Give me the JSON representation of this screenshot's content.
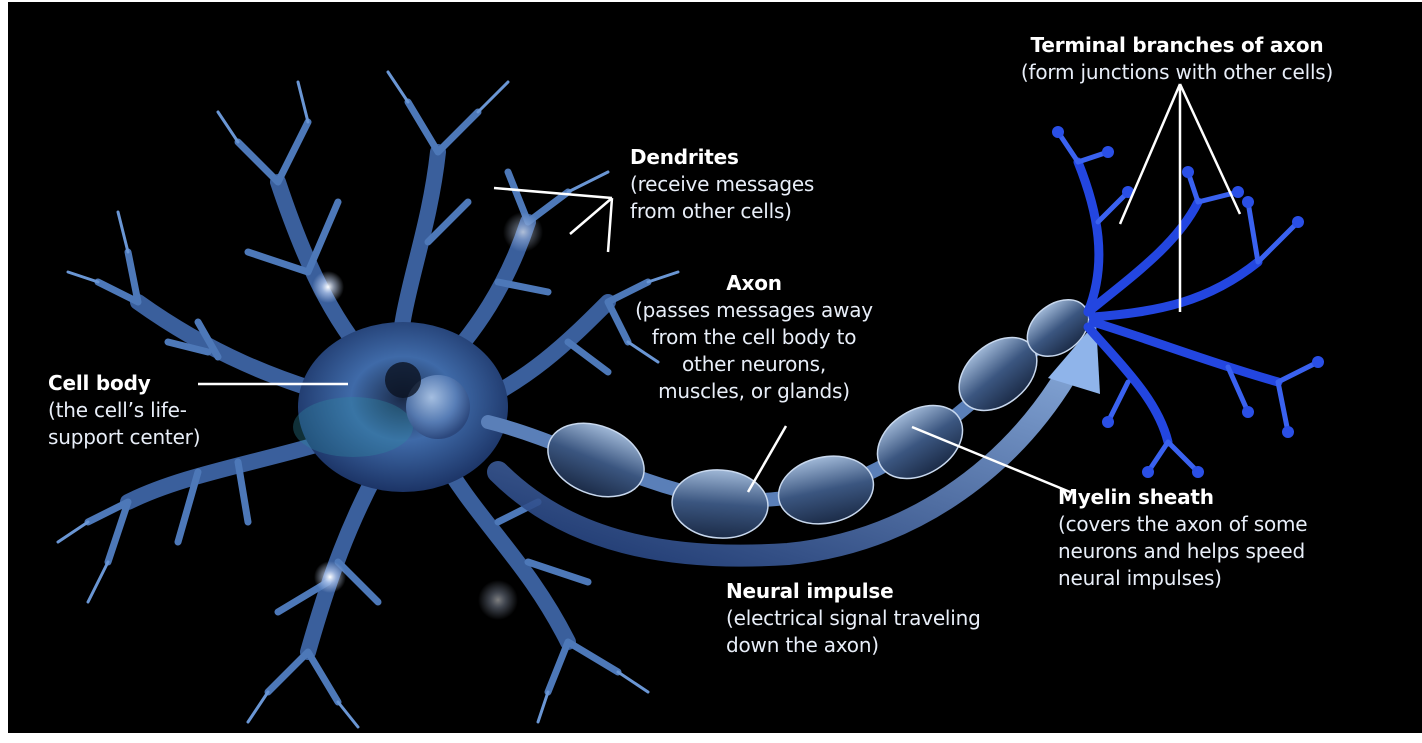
{
  "diagram": {
    "colors": {
      "background": "#000000",
      "neuron": "#3b5f9e",
      "neuron_highlight": "#8fb4e8",
      "terminal": "#1f3fd6",
      "impulse_arrow": "#6f9ad6",
      "leader_line": "#ffffff"
    },
    "labels": {
      "terminal": {
        "title": "Terminal branches of axon",
        "desc": [
          "(form junctions with other cells)"
        ]
      },
      "dendrites": {
        "title": "Dendrites",
        "desc": [
          "(receive messages",
          "from other cells)"
        ]
      },
      "axon": {
        "title": "Axon",
        "desc": [
          "(passes messages away",
          "from the cell body to",
          "other neurons,",
          "muscles, or glands)"
        ]
      },
      "cell_body": {
        "title": "Cell body",
        "desc": [
          "(the cell’s life-",
          "support center)"
        ]
      },
      "myelin": {
        "title": "Myelin sheath",
        "desc": [
          "(covers the axon of some",
          "neurons and helps speed",
          "neural impulses)"
        ]
      },
      "impulse": {
        "title": "Neural impulse",
        "desc": [
          "(electrical signal traveling",
          "down the axon)"
        ]
      }
    }
  }
}
